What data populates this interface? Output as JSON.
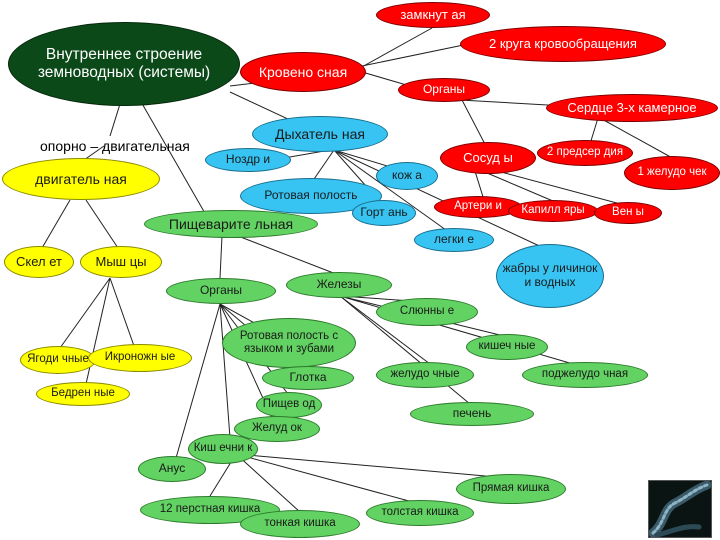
{
  "colors": {
    "title": "#0b4a18",
    "circulatory": "#ff0000",
    "respiratory": "#37c4f3",
    "digestive": "#62d262",
    "skeletal": "#ffff00"
  },
  "nodes": {
    "title": "Внутреннее строение земноводных (системы)",
    "circ": "Кровено сная",
    "closed": "замкнут ая",
    "two_circles": "2 круга кровообращения",
    "circ_organs": "Органы",
    "heart": "Сердце 3-х камерное",
    "vessels": "Сосуд ы",
    "atria": "2 предсер дия",
    "ventricle": "1 желудо чек",
    "arteries": "Артери и",
    "capillaries": "Капилл яры",
    "veins": "Вен ы",
    "resp": "Дыхатель ная",
    "nostrils": "Ноздр и",
    "skin": "кож а",
    "oral_cav_resp": "Ротовая полость",
    "larynx": "Горт ань",
    "lungs": "легки е",
    "gills": "жабры у личинок и водных",
    "musc_label": "опорно – двигательная",
    "musc": "двигатель ная",
    "skeleton": "Скел ет",
    "muscles": "Мыш цы",
    "glutes": "Ягоди чные",
    "calf": "Икроножн ые",
    "thigh": "Бедрен ные",
    "dig": "Пищеварите льная",
    "dig_organs": "Органы",
    "glands": "Железы",
    "mouth": "Ротовая полость с языком и зубами",
    "pharynx": "Глотка",
    "esophagus": "Пищев од",
    "stomach": "Желуд ок",
    "intestine": "Киш ечни к",
    "anus": "Анус",
    "duodenum": "12 перстная кишка",
    "small_int": "тонкая кишка",
    "large_int": "толстая кишка",
    "rectum": "Прямая кишка",
    "salivary": "Слюнны е",
    "intestinal": "кишеч ные",
    "gastric": "желудо чные",
    "pancreas": "поджелудо чная",
    "liver": "печень"
  }
}
